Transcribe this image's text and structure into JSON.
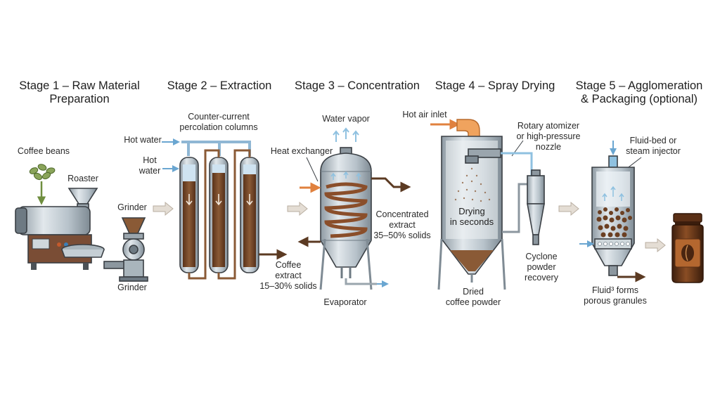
{
  "colors": {
    "steel": "#b9c4cc",
    "steel_dark": "#7f8c95",
    "coffee_brown": "#7a4a2a",
    "coffee_dark": "#4e2c17",
    "water_blue": "#8fc1e0",
    "hot_orange": "#e98b4a",
    "bean_green": "#7d9a4e",
    "arrow_gray": "#d9d2c9"
  },
  "stages": [
    {
      "line1": "Stage 1 – Raw Material",
      "line2": "Preparation"
    },
    {
      "line1": "Stage 2 – Extraction",
      "line2": ""
    },
    {
      "line1": "Stage 3 – Concentration",
      "line2": ""
    },
    {
      "line1": "Stage 4 – Spray Drying",
      "line2": ""
    },
    {
      "line1": "Stage 5 – Agglomeration",
      "line2": "& Packaging (optional)"
    }
  ],
  "stage1": {
    "coffee_beans": "Coffee beans",
    "roaster": "Roaster",
    "grinder_top": "Grinder",
    "grinder_bottom": "Grinder"
  },
  "stage2": {
    "columns_line1": "Counter-current",
    "columns_line2": "percolation columns",
    "hot_water_1": "Hot water",
    "hot_water_2_line1": "Hot",
    "hot_water_2_line2": "water",
    "extract_line1": "Coffee",
    "extract_line2": "extract",
    "extract_line3": "15–30% solids"
  },
  "stage3": {
    "water_vapor": "Water vapor",
    "heat_exchanger": "Heat exchanger",
    "concentrated_line1": "Concentrated",
    "concentrated_line2": "extract",
    "concentrated_line3": "35–50% solids",
    "evaporator": "Evaporator"
  },
  "stage4": {
    "hot_air_inlet": "Hot air inlet",
    "atomizer_line1": "Rotary atomizer",
    "atomizer_line2": "or high-pressure",
    "atomizer_line3": "nozzle",
    "drying_line1": "Drying",
    "drying_line2": "in seconds",
    "cyclone_line1": "Cyclone",
    "cyclone_line2": "powder",
    "cyclone_line3": "recovery",
    "dried_line1": "Dried",
    "dried_line2": "coffee powder"
  },
  "stage5": {
    "injector_line1": "Fluid-bed or",
    "injector_line2": "steam injector",
    "granules_line1": "Fluid³ forms",
    "granules_line2": "porous granules"
  },
  "icons": [
    "coffee-bean-icon",
    "roaster-icon",
    "grinder-icon",
    "percolation-column-icon",
    "evaporator-icon",
    "spray-dryer-icon",
    "cyclone-icon",
    "agglomerator-icon",
    "coffee-jar-icon"
  ]
}
